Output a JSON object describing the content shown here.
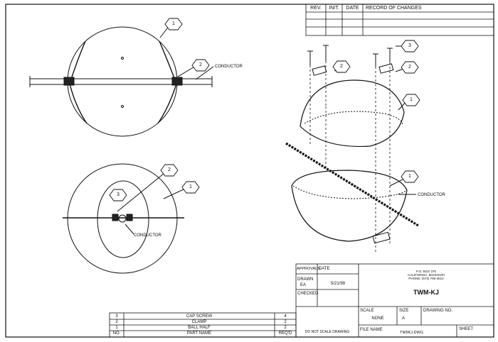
{
  "revision_block": {
    "col_rev": "REV.",
    "col_init": "INIT.",
    "col_date": "DATE",
    "col_changes": "RECORD OF CHANGES"
  },
  "callouts": {
    "top_view_body": "1",
    "top_view_clamp": "2",
    "bottom_view_screw": "3",
    "bottom_view_clamp": "2",
    "bottom_view_body": "1",
    "iso_screw": "3",
    "iso_clamp_left": "2",
    "iso_clamp_right": "2",
    "iso_upper_half": "1",
    "iso_lower_half": "1"
  },
  "labels": {
    "conductor_top": "CONDUCTOR",
    "conductor_bottom": "CONDUCTOR",
    "conductor_iso": "CONDUCTOR"
  },
  "parts_list": {
    "rows": [
      {
        "no": "3",
        "name": "CAP SCREW",
        "qty": "4"
      },
      {
        "no": "2",
        "name": "CLAMP",
        "qty": "2"
      },
      {
        "no": "1",
        "name": "BALL HALF",
        "qty": "2"
      }
    ],
    "header": {
      "no": "NO.",
      "name": "PART NAME",
      "qty": "REQ'D"
    }
  },
  "title_block": {
    "approvals_label": "APPROVALS",
    "date_label": "DATE",
    "drawn_label": "DRAWN",
    "drawn_by": "EA",
    "drawn_date": "5/21/99",
    "checked_label": "CHECKED",
    "company_line1": "P.O. BOX 370",
    "company_line2": "CALIFORNIA, MISSOURI",
    "company_line3": "PHONE: (573) 796-3812",
    "drawing_title": "TWM-KJ",
    "scale_label": "SCALE",
    "scale_value": "NONE",
    "size_label": "SIZE",
    "size_value": "A",
    "drawing_no_label": "DRAWING NO.",
    "note": "DO NOT SCALE DRAWING",
    "file_name_label": "FILE NAME",
    "file_name_value": "TW9KJ.DWG",
    "sheet_label": "SHEET"
  }
}
